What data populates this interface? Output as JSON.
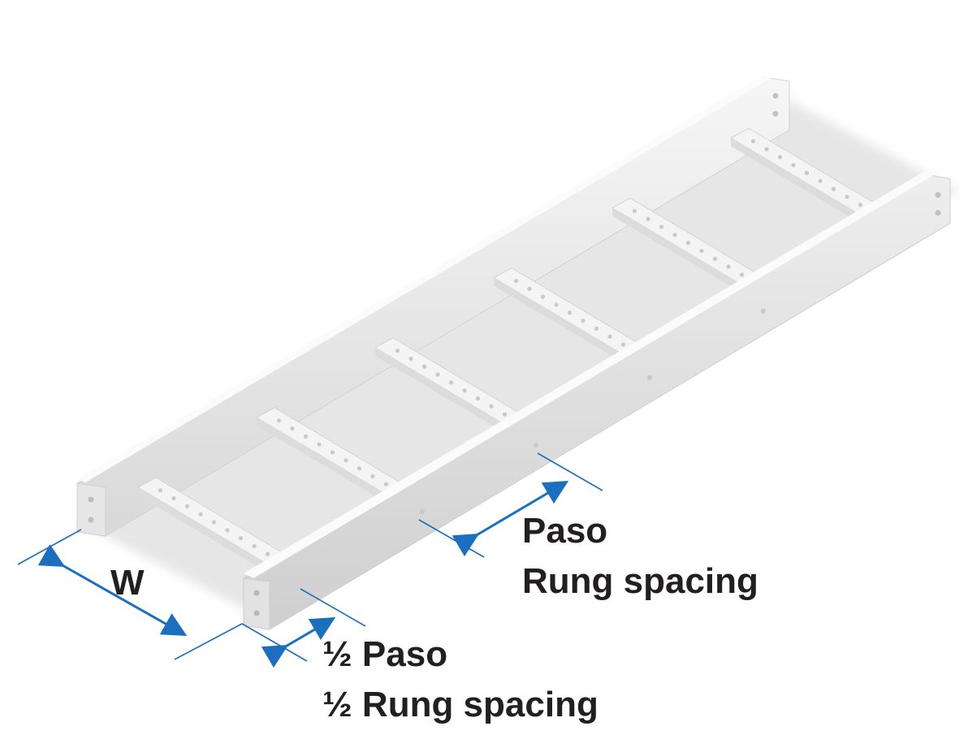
{
  "labels": {
    "width": "W",
    "paso": "Paso",
    "rung_spacing": "Rung spacing",
    "half_paso": "½ Paso",
    "half_rung_spacing": "½ Rung spacing"
  },
  "colors": {
    "dimension_arrow": "#1a6fbf",
    "tray_light": "#f2f2f2",
    "tray_mid": "#dedede",
    "tray_dark": "#c8c8c8",
    "text": "#231f20"
  },
  "rung_count": 6
}
